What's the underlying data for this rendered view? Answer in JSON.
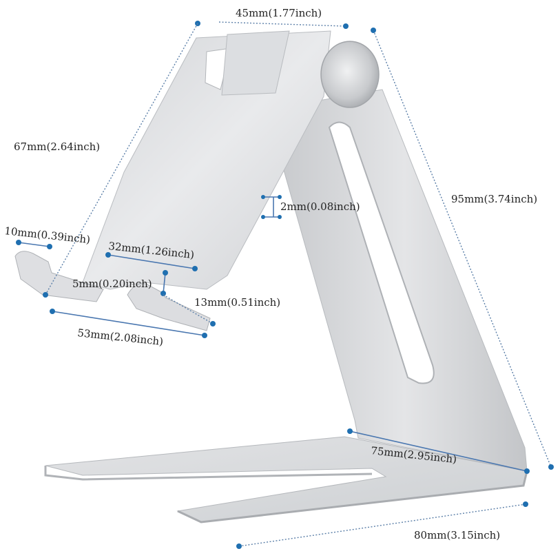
{
  "dimensions": {
    "top_width": "45mm(1.77inch)",
    "back_length": "67mm(2.64inch)",
    "total_height": "95mm(3.74inch)",
    "slot_gap": "2mm(0.08inch)",
    "lip_depth": "10mm(0.39inch)",
    "holder_width": "32mm(1.26inch)",
    "lip_height": "5mm(0.20inch)",
    "holder_depth": "13mm(0.51inch)",
    "holder_total": "53mm(2.08inch)",
    "base_slot": "75mm(2.95inch)",
    "base_length": "80mm(3.15inch)"
  },
  "colors": {
    "metal_light": "#e6e7e9",
    "metal_mid": "#cfd1d4",
    "metal_dark": "#aeb1b5",
    "dimension_line": "#5b7fa8",
    "dimension_dot": "#1f6fb0"
  }
}
